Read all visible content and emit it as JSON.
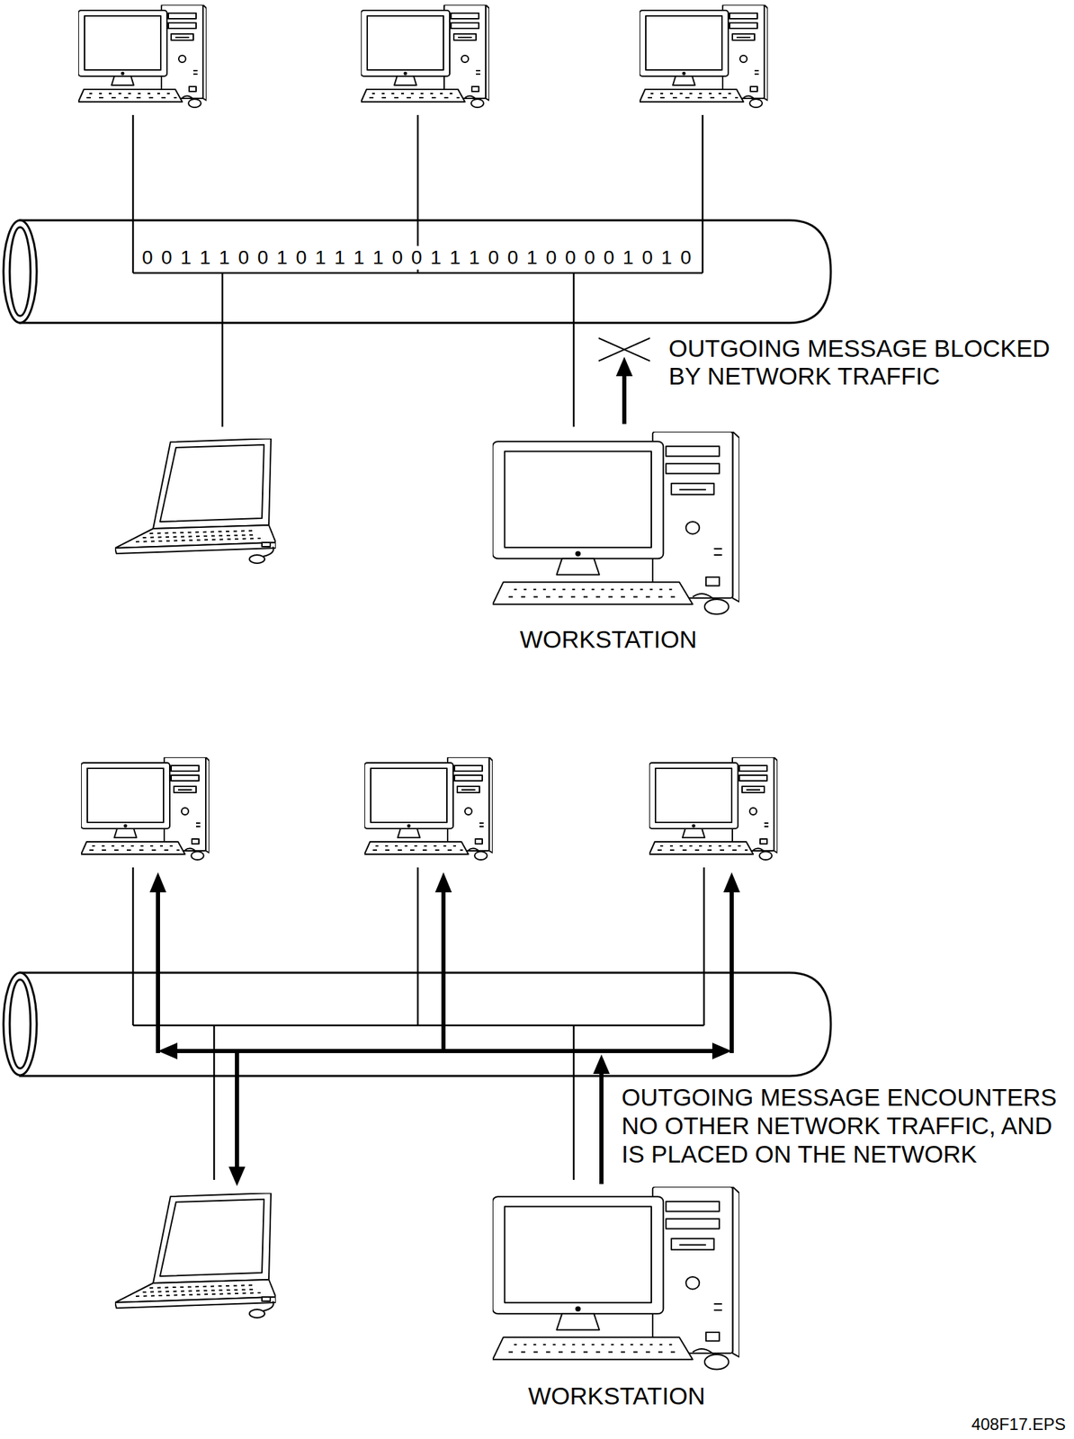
{
  "diagram": {
    "labels": [
      "0 0 1 1 1 0 0 1 0 1 1 1 1 0 0 1 1 1 0 0 1 0 0 0 0 1 0 1 0",
      "OUTGOING MESSAGE BLOCKED BY NETWORK TRAFFIC",
      "WORKSTATION",
      "OUTGOING MESSAGE ENCOUNTERS NO OTHER NETWORK TRAFFIC, AND IS PLACED ON THE NETWORK",
      "WORKSTATION",
      "408F17.EPS"
    ]
  }
}
